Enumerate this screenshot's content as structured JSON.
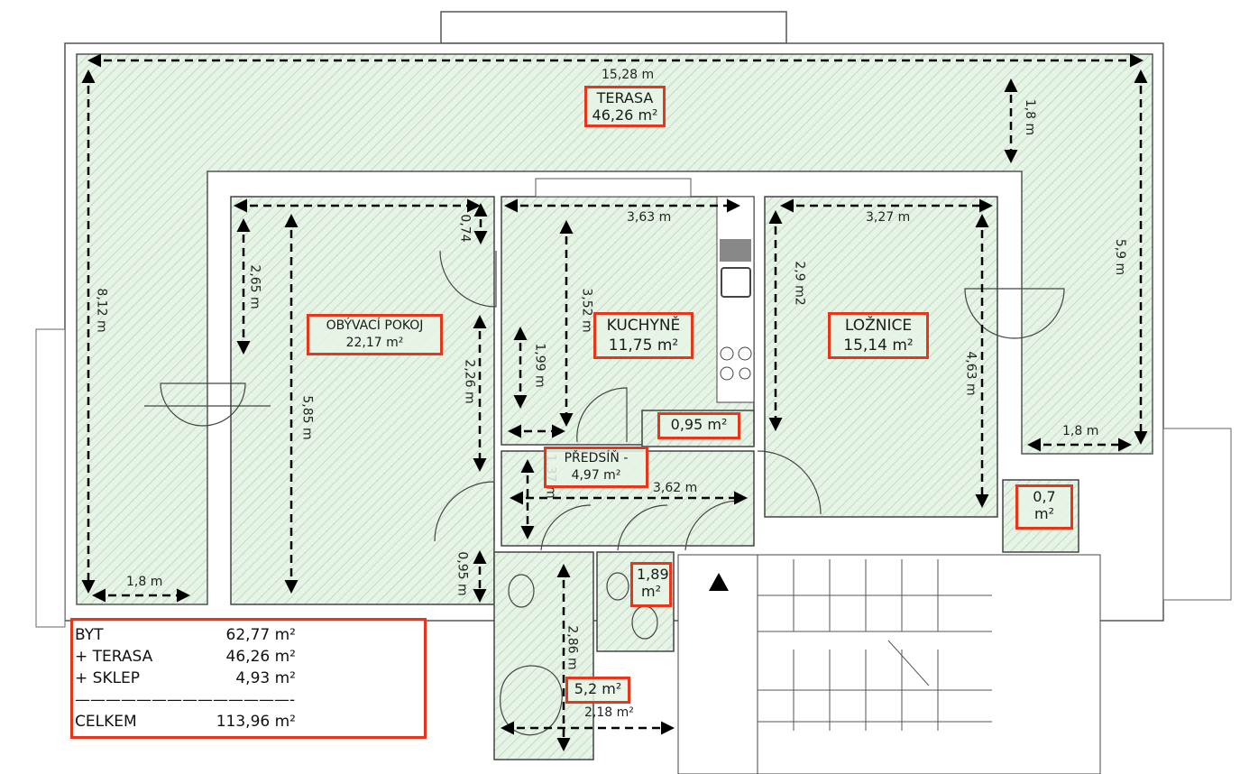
{
  "rooms": {
    "terasa": {
      "name": "TERASA",
      "area": "46,26 m²"
    },
    "obyvaci": {
      "name": "OBÝVACÍ POKOJ",
      "area": "22,17 m²"
    },
    "kuchyne": {
      "name": "KUCHYNĚ",
      "area": "11,75 m²"
    },
    "loznice": {
      "name": "LOŽNICE",
      "area": "15,14 m²"
    },
    "spiz": {
      "area": "0,95 m²"
    },
    "predsin": {
      "name": "PŘEDSÍŇ -",
      "area": "4,97 m²"
    },
    "komora": {
      "area": "0,7",
      "unit": "m²"
    },
    "wc": {
      "area": "1,89",
      "unit": "m²"
    },
    "koupelna": {
      "area": "5,2 m²"
    }
  },
  "dimensions": {
    "terasa_width": "15,28 m",
    "terasa_depth_right": "1,8 m",
    "left_height": "8,12 m",
    "obyvaci_small": "2,65 m",
    "obyvaci_height": "5,85 m",
    "hall_top": "0,74",
    "hall_mid": "2,26 m",
    "kuchyne_width": "3,63 m",
    "kuchyne_height": "3,52 m",
    "kuchyne_small": "1,99 m",
    "loznice_width": "3,27 m",
    "loznice_left": "2,9 m2",
    "loznice_right": "4,63 m",
    "right_height": "5,9 m",
    "terasa_right_bottom": "1,8 m",
    "predsin_height": "1,37 m",
    "predsin_width": "3,62 m",
    "hall_bottom": "0,95 m",
    "koupelna_height": "2,86 m",
    "koupelna_width": "2,18 m²",
    "terasa_left_bottom": "1,8 m"
  },
  "summary": {
    "rows": [
      {
        "label": "BYT",
        "value": "62,77 m²"
      },
      {
        "label": "+ TERASA",
        "value": "46,26 m²"
      },
      {
        "label": "+ SKLEP",
        "value": "4,93 m²"
      }
    ],
    "divider": "——————————————-",
    "total_label": "CELKEM",
    "total_value": "113,96 m²"
  },
  "colors": {
    "highlight": "#e8361c",
    "fill": "#e4f3e4",
    "hatch": "#c9dcc9"
  }
}
